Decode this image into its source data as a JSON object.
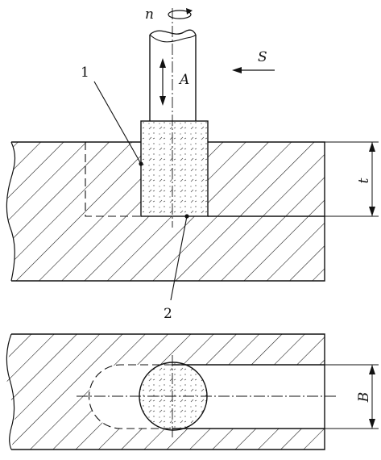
{
  "labels": {
    "rotation": "n",
    "axial_motion": "A",
    "feed": "S",
    "depth": "t",
    "width": "B",
    "callout_1": "1",
    "callout_2": "2"
  },
  "colors": {
    "line": "#111111",
    "background": "#ffffff"
  }
}
